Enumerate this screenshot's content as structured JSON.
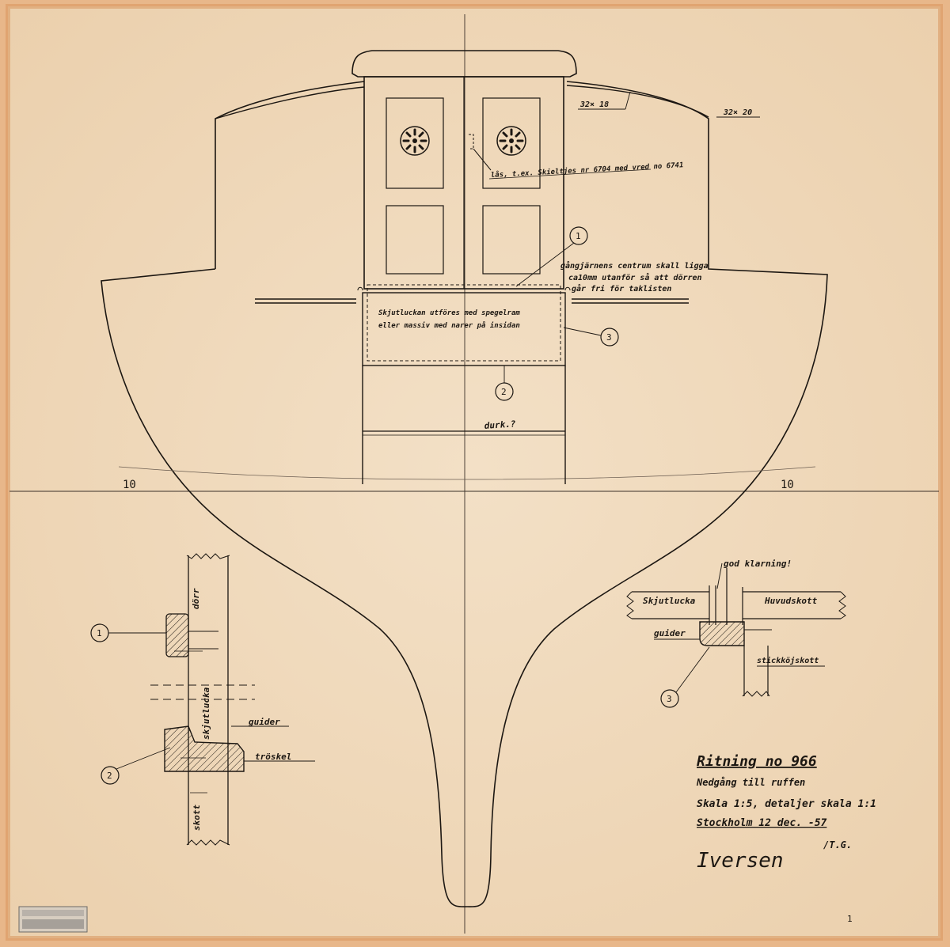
{
  "drawing": {
    "station_left": "10",
    "station_right": "10",
    "dim_top_rail": "32× 18",
    "dim_top_right": "32× 20",
    "lock_note": "lås, t.ex. Skieltjes nr 6704 med vred no 6741",
    "hinge_note": [
      "gångjärnens centrum skall ligga",
      "ca10mm utanför så att dörren",
      "går fri för taklisten"
    ],
    "slide_note": [
      "Skjutluckan utföres med spegelram",
      "eller massiv med narer på insidan"
    ],
    "floor_label": "durk.?",
    "callouts": [
      "1",
      "2",
      "3"
    ]
  },
  "detail_left": {
    "callout_top": "1",
    "callout_bottom": "2",
    "label_door": "dörr",
    "label_slide": "skjutlucka",
    "label_bulkhead": "skott",
    "label_guide": "guider",
    "label_threshold": "tröskel"
  },
  "detail_right": {
    "clearance": "god klarning!",
    "label_slide": "Skjutlucka",
    "label_bulkhead": "Huvudskott",
    "label_guide": "guider",
    "label_bunk": "stickköjskott",
    "callout": "3"
  },
  "title_block": {
    "drawing_no": "Ritning no 966",
    "subject": "Nedgång till ruffen",
    "scale": "Skala 1:5, detaljer skala 1:1",
    "place_date": "Stockholm 12 dec. -57",
    "initials": "/T.G.",
    "signature": "Iversen"
  },
  "sheet_no": "1",
  "colors": {
    "paper": "#f1dcc0",
    "border": "#e8b78a",
    "ink": "#1c1712"
  }
}
